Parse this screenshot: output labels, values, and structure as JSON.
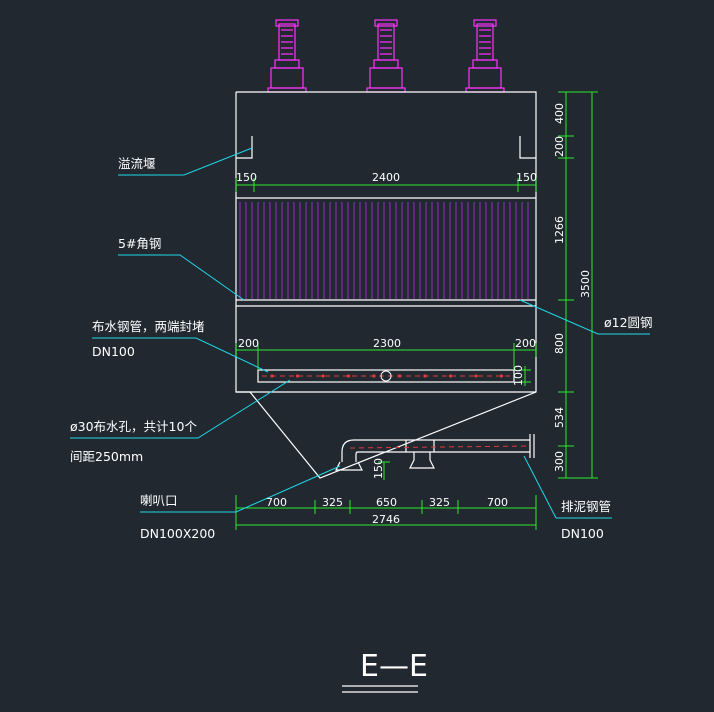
{
  "drawing": {
    "title": "E—E",
    "colors": {
      "background": "#212830",
      "outline": "#ffffff",
      "leader": "#1fd8e8",
      "dimension": "#2ee82e",
      "motor": "#ff33ff",
      "angle_steel": "#9a2ec8",
      "hidden": "#e03a3a"
    },
    "labels": {
      "weir": "溢流堰",
      "angle_steel": "5#角钢",
      "dist_pipe": "布水钢管，两端封堵",
      "dist_pipe_size": "DN100",
      "holes": "ø30布水孔，共计10个",
      "hole_spacing": "间距250mm",
      "bell_mouth": "喇叭口",
      "bell_mouth_size": "DN100X200",
      "sludge_pipe": "排泥钢管",
      "sludge_pipe_size": "DN100",
      "round_steel": "ø12圆钢"
    },
    "dims": {
      "top_left": "150",
      "top_mid": "2400",
      "top_right": "150",
      "pipe_left": "200",
      "pipe_mid": "2300",
      "pipe_right": "200",
      "pipe_height": "100",
      "bottom_1": "700",
      "bottom_2": "325",
      "bottom_3": "650",
      "bottom_4": "325",
      "bottom_5": "700",
      "bottom_total": "2746",
      "vert_400": "400",
      "vert_200": "200",
      "vert_1266": "1266",
      "vert_800": "800",
      "vert_534": "534",
      "vert_300": "300",
      "vert_total": "3500",
      "nozzle_height": "150"
    }
  }
}
